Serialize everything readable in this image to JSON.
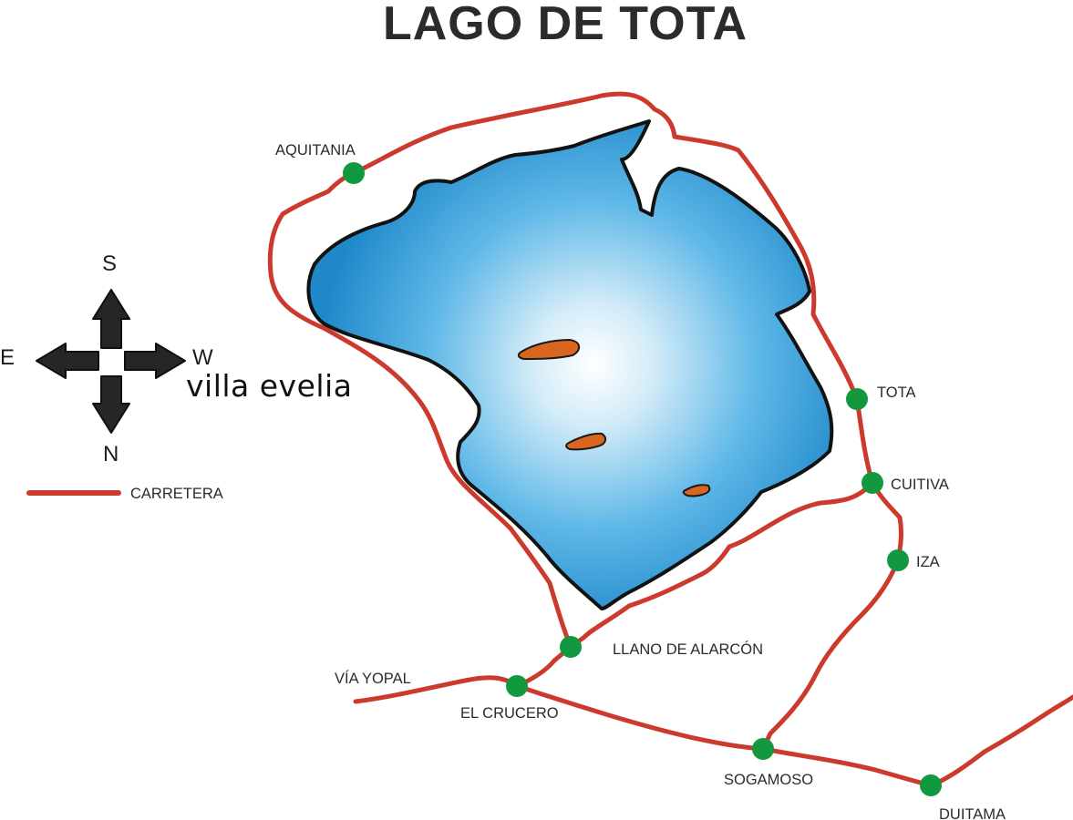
{
  "title": "LAGO DE TOTA",
  "caption": "villa evelia",
  "compass": {
    "north": "N",
    "south": "S",
    "east": "E",
    "west": "W"
  },
  "legend": {
    "road_label": "CARRETERA",
    "road_color": "#cc3a2e"
  },
  "colors": {
    "lake_center": "#ffffff",
    "lake_edge": "#1f88c9",
    "island": "#d9661f",
    "town_marker": "#12983e",
    "road": "#cc3a2e"
  },
  "places": {
    "aquitania": "AQUITANIA",
    "tota": "TOTA",
    "cuitiva": "CUITIVA",
    "iza": "IZA",
    "llano_de_alarcon": "LLANO DE ALARCÓN",
    "via_yopal": "VÍA YOPAL",
    "el_crucero": "EL CRUCERO",
    "sogamoso": "SOGAMOSO",
    "duitama": "DUITAMA"
  }
}
